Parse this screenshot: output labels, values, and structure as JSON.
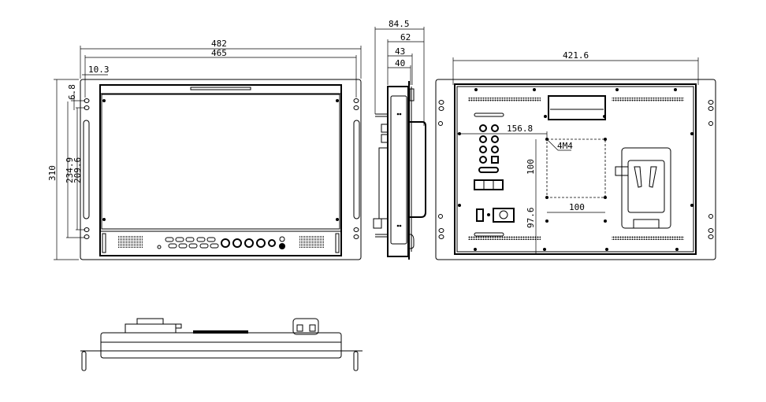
{
  "drawing": {
    "front_view": {
      "dimensions": {
        "overall_width": "482",
        "hole_spacing_width": "465",
        "ear_offset": "10.3",
        "overall_height": "310",
        "hole_spacing_outer": "234.9",
        "hole_spacing_inner": "209.6",
        "hole_pitch": "6.8"
      }
    },
    "side_view": {
      "dimensions": {
        "total_depth": "84.5",
        "depth_62": "62",
        "depth_43": "43",
        "depth_40": "40"
      }
    },
    "rear_view": {
      "dimensions": {
        "body_width": "421.6",
        "vesa_offset_x": "156.8",
        "vesa_height": "100",
        "vesa_width": "100",
        "vesa_offset_y": "97.6",
        "screw_spec": "4M4"
      }
    },
    "colors": {
      "line": "#000000",
      "background": "#ffffff"
    }
  }
}
